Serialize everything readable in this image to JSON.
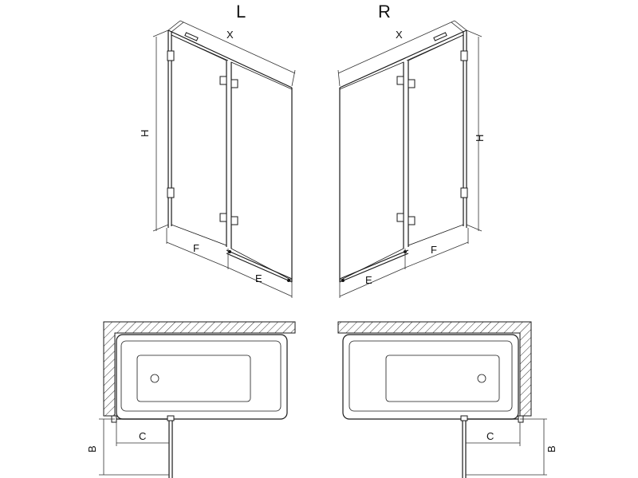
{
  "views": {
    "left": {
      "title": "L",
      "dim_width": "X",
      "dim_height": "H",
      "dim_fixed": "F",
      "dim_door": "E",
      "plan_depth": "B",
      "plan_return": "C"
    },
    "right": {
      "title": "R",
      "dim_width": "X",
      "dim_height": "H",
      "dim_fixed": "F",
      "dim_door": "E",
      "plan_depth": "B",
      "plan_return": "C"
    }
  }
}
